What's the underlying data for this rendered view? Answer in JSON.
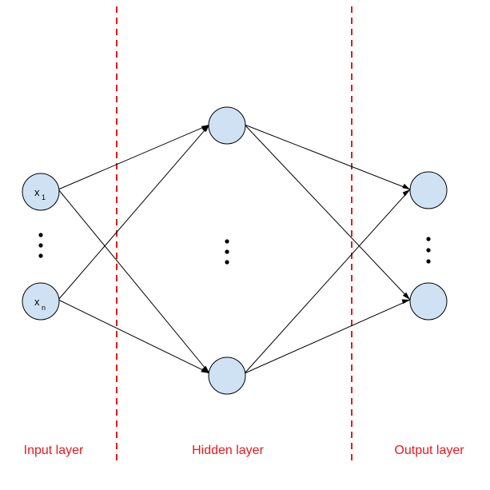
{
  "diagram": {
    "colors": {
      "node_fill": "#cfe2f3",
      "node_stroke": "#000000",
      "edge": "#000000",
      "divider": "#e8191c",
      "layer_label": "#e8191c"
    },
    "input_nodes": [
      {
        "base": "x",
        "sub": "1"
      },
      {
        "base": "x",
        "sub": "n"
      }
    ],
    "layers": {
      "input": "Input layer",
      "hidden": "Hidden layer",
      "output": "Output layer"
    }
  }
}
